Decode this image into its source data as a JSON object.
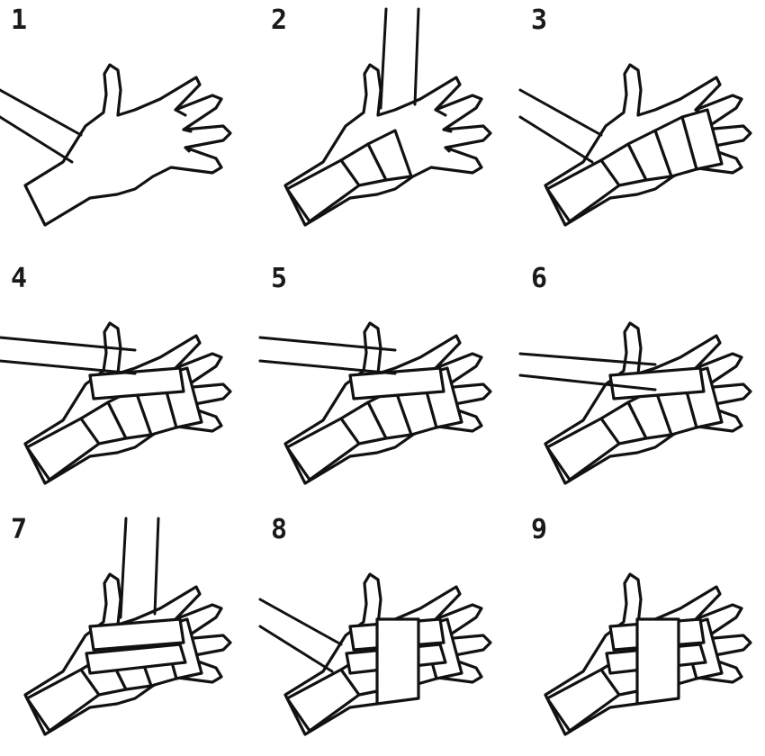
{
  "colors": {
    "line": "#111111",
    "background": "#ffffff"
  },
  "steps": [
    {
      "number": "1",
      "layers": 0,
      "strap": "left-diagonal"
    },
    {
      "number": "2",
      "layers": 3,
      "strap": "vertical"
    },
    {
      "number": "3",
      "layers": 5,
      "strap": "left-diagonal"
    },
    {
      "number": "4",
      "layers": 6,
      "strap": "horizontal"
    },
    {
      "number": "5",
      "layers": 6,
      "strap": "horizontal"
    },
    {
      "number": "6",
      "layers": 6,
      "strap": "horizontal-low"
    },
    {
      "number": "7",
      "layers": 7,
      "strap": "vertical"
    },
    {
      "number": "8",
      "layers": 8,
      "strap": "left-diagonal"
    },
    {
      "number": "9",
      "layers": 8,
      "strap": "none"
    }
  ]
}
